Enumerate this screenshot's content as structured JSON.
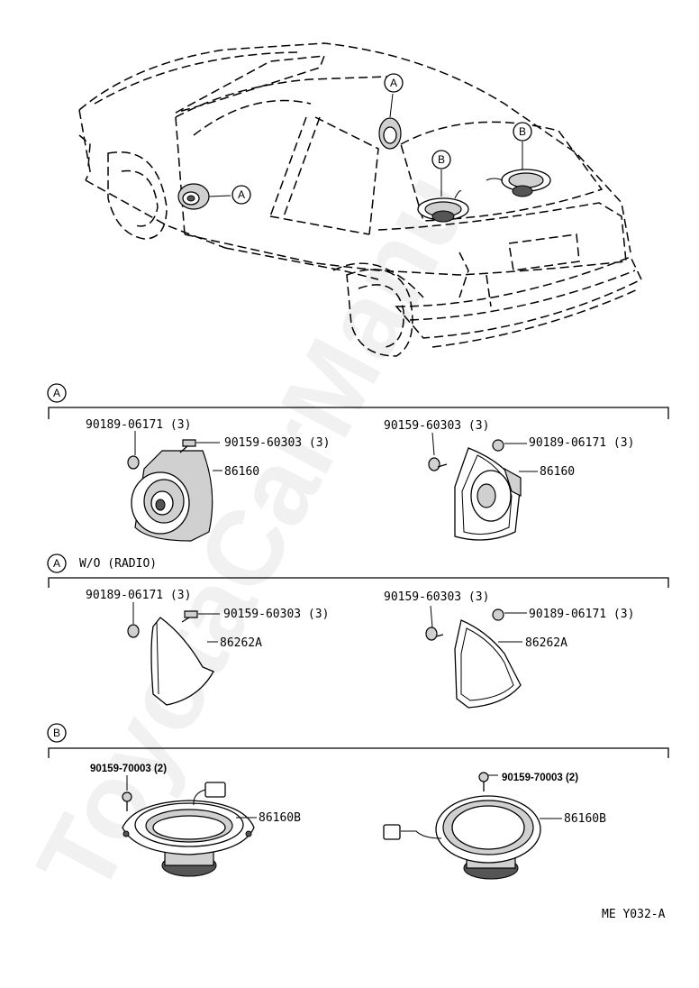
{
  "watermark": "ToyotaCarManu",
  "car_markers": [
    "A",
    "A",
    "B",
    "B"
  ],
  "sections": [
    {
      "marker": "A",
      "title": "",
      "left": {
        "top_label": "90189-06171 (3)",
        "side_label": "90159-60303 (3)",
        "part_label": "86160"
      },
      "right": {
        "top_label": "90159-60303 (3)",
        "side_label": "90189-06171 (3)",
        "part_label": "86160"
      }
    },
    {
      "marker": "A",
      "title": "W/O (RADIO)",
      "left": {
        "top_label": "90189-06171 (3)",
        "side_label": "90159-60303 (3)",
        "part_label": "86262A"
      },
      "right": {
        "top_label": "90159-60303 (3)",
        "side_label": "90189-06171 (3)",
        "part_label": "86262A"
      }
    },
    {
      "marker": "B",
      "title": "",
      "left": {
        "screw_label": "90159-70003 (2)",
        "part_label": "86160B"
      },
      "right": {
        "screw_label": "90159-70003 (2)",
        "part_label": "86160B"
      }
    }
  ],
  "figure_ref": "ME  Y032-A"
}
